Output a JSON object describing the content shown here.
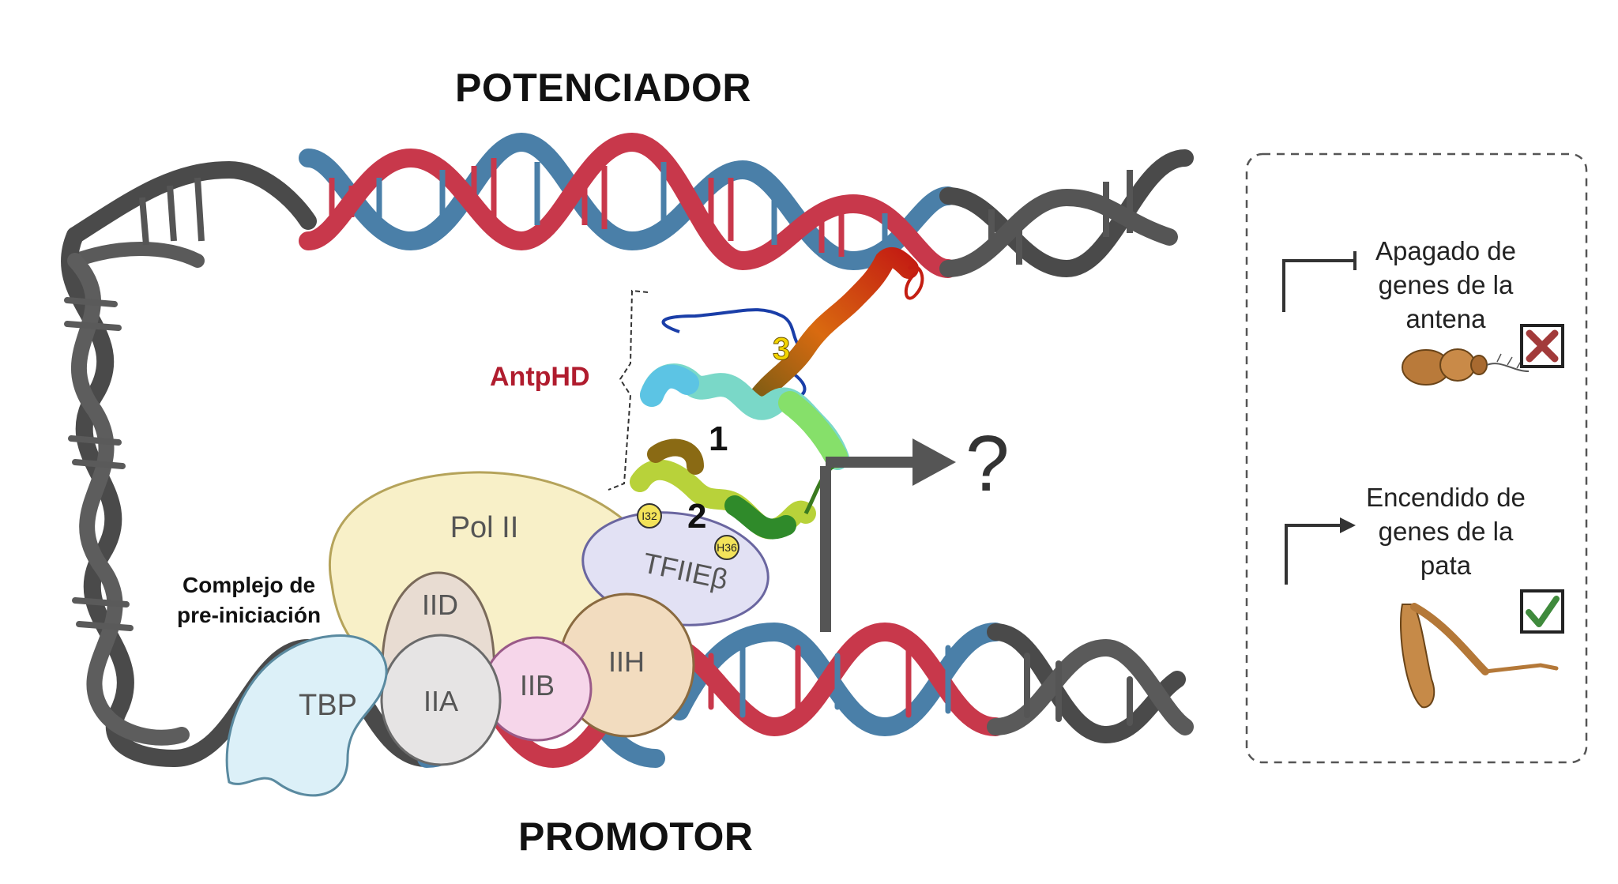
{
  "labels": {
    "enhancer": "POTENCIADOR",
    "promoter": "PROMOTOR",
    "homeodomain": "AntpHD",
    "complex_line1": "Complejo de",
    "complex_line2": "pre-iniciación",
    "question": "?"
  },
  "helices": [
    "1",
    "2",
    "3"
  ],
  "residues": [
    "I32",
    "H36"
  ],
  "factors": {
    "pol2": "Pol II",
    "iid": "IID",
    "iia": "IIA",
    "iib": "IIB",
    "iih": "IIH",
    "tbp": "TBP",
    "tfiie": "TFIIEβ"
  },
  "legend": {
    "off_lines": [
      "Apagado de",
      "genes de la",
      "antena"
    ],
    "on_lines": [
      "Encendido de",
      "genes de la",
      "pata"
    ]
  },
  "colors": {
    "dna_gray": "#4a4a4a",
    "dna_blue": "#4a7fa8",
    "dna_red": "#c8384b",
    "homeodomain_label": "#b01c2e",
    "cross": "#a23a3a",
    "check": "#3f8a3c"
  }
}
